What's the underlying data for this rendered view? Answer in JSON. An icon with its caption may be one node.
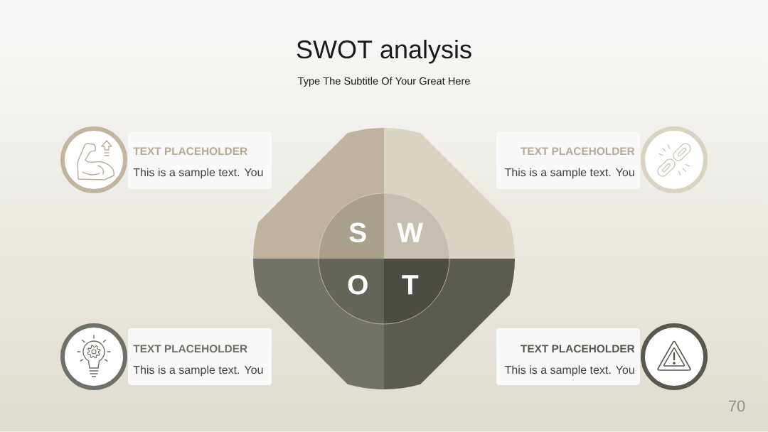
{
  "diagram": {
    "title": "SWOT analysis",
    "nodes": [
      {
        "text": [
          "TEXT PLACEHOLDER",
          "This is a sample text. You"
        ]
      },
      {
        "text": [
          "TEXT PLACEHOLDER",
          "This is a sample text. You"
        ]
      },
      {
        "text": [],
        "shape": "sector"
      },
      {
        "text": [
          "S"
        ],
        "in": 2
      },
      {
        "text": [],
        "shape": "sector"
      },
      {
        "text": [
          "W"
        ],
        "in": 4
      },
      {
        "text": [],
        "shape": "sector"
      },
      {
        "text": [
          "O"
        ],
        "in": 6
      },
      {
        "text": [],
        "shape": "sector"
      },
      {
        "text": [
          "T"
        ],
        "in": 8
      },
      {
        "text": [
          "TEXT PLACEHOLDER",
          "This is a sample text. You"
        ]
      },
      {
        "text": [
          "TEXT PLACEHOLDER",
          "This is a sample text. You"
        ]
      }
    ],
    "labels": [
      "Type The Subtitle Of Your Great Here",
      "70"
    ]
  }
}
